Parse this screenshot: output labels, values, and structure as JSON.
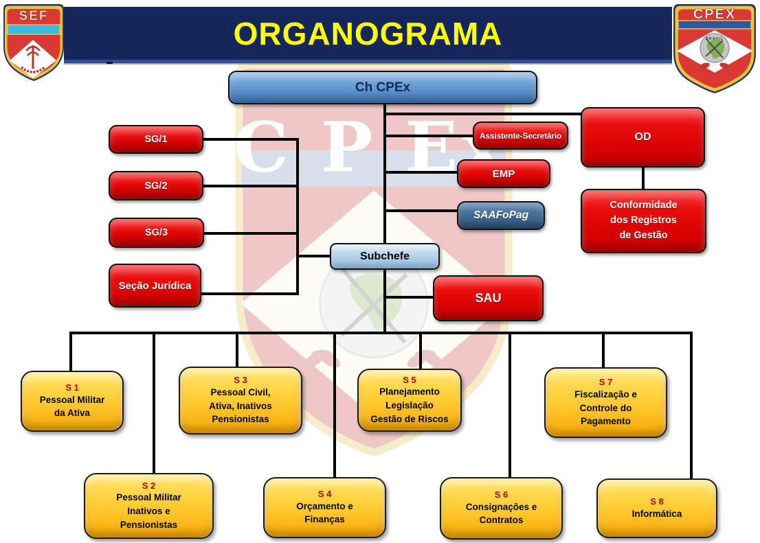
{
  "header": {
    "title": "ORGANOGRAMA"
  },
  "badges": {
    "sef": {
      "label": "SEF"
    },
    "cpex": {
      "label": "CPEX",
      "circle_label": "BRASIL"
    }
  },
  "watermark": {
    "letters": "C P Ex"
  },
  "org": {
    "root": "Ch CPEx",
    "sg1": "SG/1",
    "sg2": "SG/2",
    "sg3": "SG/3",
    "juridica": "Seção Jurídica",
    "assistente": "Assistente-Secretário",
    "emp": "EMP",
    "saafopag": "SAAFoPag",
    "od": "OD",
    "conformidade": {
      "l1": "Conformidade",
      "l2": "dos Registros",
      "l3": "de Gestão"
    },
    "subchefe": "Subchefe",
    "sau": "SAU",
    "s1": {
      "code": "S 1",
      "l1": "Pessoal  Militar",
      "l2": "da Ativa"
    },
    "s2": {
      "code": "S 2",
      "l1": "Pessoal  Militar",
      "l2": "Inativos e",
      "l3": "Pensionistas"
    },
    "s3": {
      "code": "S 3",
      "l1": "Pessoal Civil,",
      "l2": "Ativa, Inativos",
      "l3": "Pensionistas"
    },
    "s4": {
      "code": "S 4",
      "l1": "Orçamento e",
      "l2": "Finanças"
    },
    "s5": {
      "code": "S 5",
      "l1": "Planejamento",
      "l2": "Legislação",
      "l3": "Gestão de Riscos"
    },
    "s6": {
      "code": "S 6",
      "l1": "Consignações e",
      "l2": "Contratos"
    },
    "s7": {
      "code": "S 7",
      "l1": "Fiscalização e",
      "l2": "Controle do",
      "l3": "Pagamento"
    },
    "s8": {
      "code": "S 8",
      "l1": "Informática"
    }
  },
  "colors": {
    "banner_navy": "#14265A",
    "title_yellow": "#FFFF00",
    "box_red": "#DC0303",
    "box_blue": "#5F96D0",
    "box_light_blue": "#B0CFE9",
    "box_dark_blue": "#40698F",
    "box_yellow": "#FFC126",
    "section_code_red": "#C00000",
    "connector_black": "#000000",
    "badge_red": "#DA3832",
    "badge_gold": "#F0C23C",
    "badge_cyan": "#39B9E9",
    "badge_blue": "#2B57A5"
  }
}
